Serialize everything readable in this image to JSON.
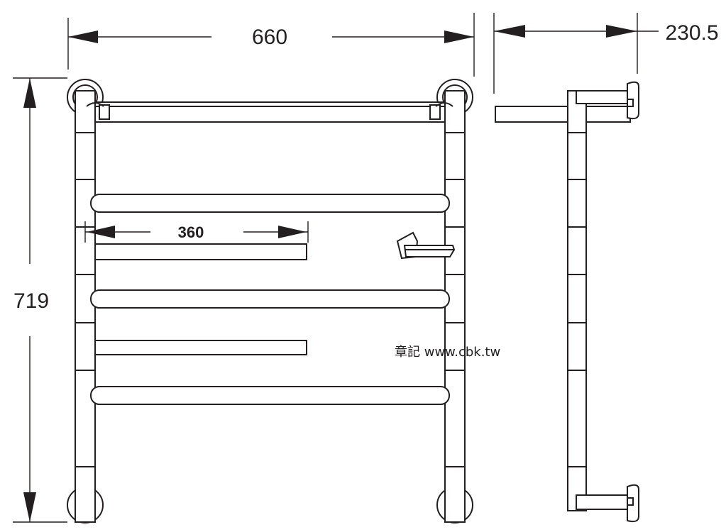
{
  "dimensions": {
    "width": "660",
    "depth": "230.5",
    "height": "719",
    "bar_length": "360"
  },
  "watermark": "章記 www.cbk.tw",
  "colors": {
    "line": "#231f20",
    "background": "#ffffff"
  }
}
